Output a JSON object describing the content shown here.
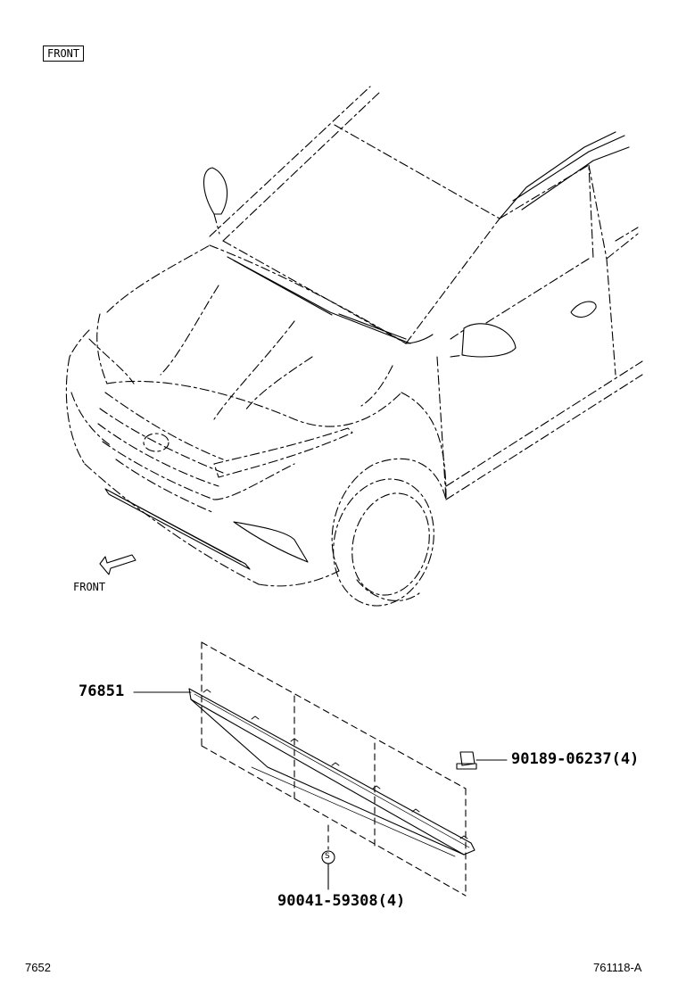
{
  "diagram": {
    "front_box_label": "FRONT",
    "front_arrow_label": "FRONT",
    "parts": [
      {
        "number": "76851"
      },
      {
        "number": "90189-06237(4)"
      },
      {
        "number": "90041-59308(4)"
      }
    ],
    "screw_symbol": "S",
    "footer": {
      "left": "7652",
      "right": "761118-A"
    }
  }
}
